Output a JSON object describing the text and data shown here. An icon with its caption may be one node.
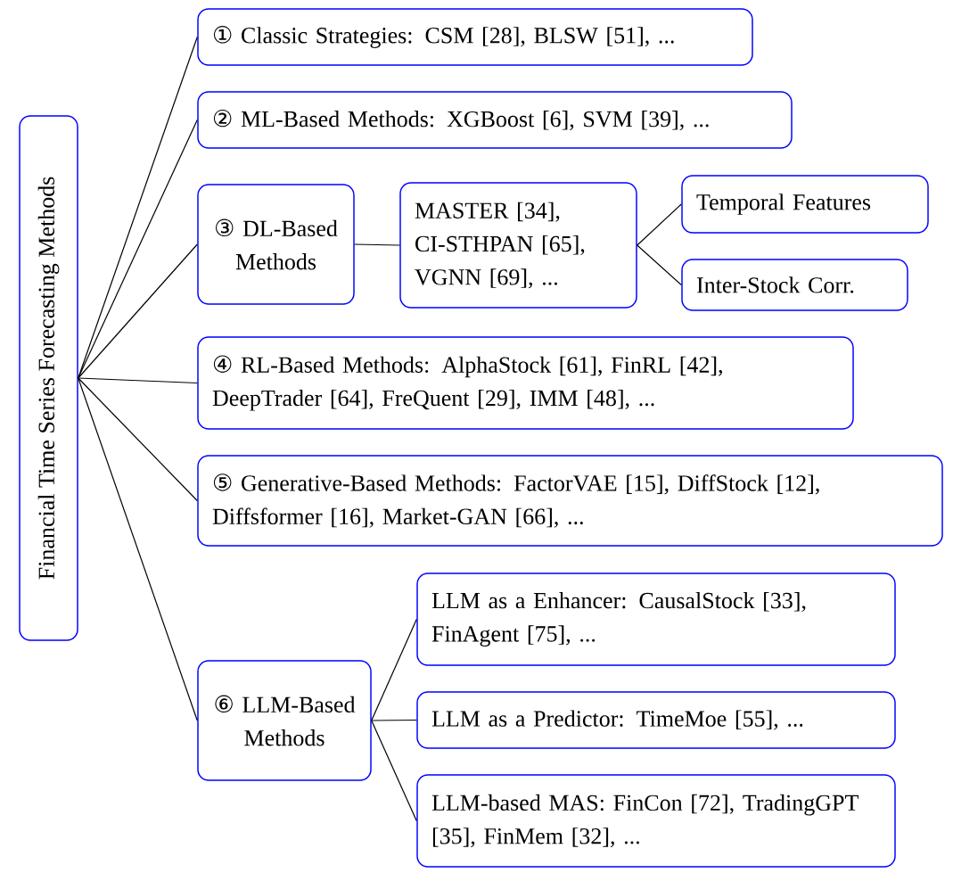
{
  "diagram": {
    "nodes": [
      {
        "text": [
          "Financial Time Series Forecasting Methods"
        ]
      },
      {
        "text": [
          "① Classic Strategies: CSM [28], BLSW [51], ..."
        ]
      },
      {
        "text": [
          "② ML-Based Methods: XGBoost [6], SVM [39], ..."
        ]
      },
      {
        "text": [
          "③ DL-Based Methods"
        ]
      },
      {
        "text": [
          "MASTER [34], CI-STHPAN [65], VGNN [69], ..."
        ]
      },
      {
        "text": [
          "Temporal Features"
        ]
      },
      {
        "text": [
          "Inter-Stock Corr."
        ]
      },
      {
        "text": [
          "④ RL-Based Methods: AlphaStock [61], FinRL [42], DeepTrader [64], FreQuent [29], IMM [48], ..."
        ]
      },
      {
        "text": [
          "⑤ Generative-Based Methods: FactorVAE [15], DiffStock [12], Diffsformer [16], Market-GAN [66], ..."
        ]
      },
      {
        "text": [
          "⑥ LLM-Based Methods"
        ]
      },
      {
        "text": [
          "LLM as a Enhancer: CausalStock [33], FinAgent [75], ..."
        ]
      },
      {
        "text": [
          "LLM as a Predictor: TimeMoe [55], ..."
        ]
      },
      {
        "text": [
          "LLM-based MAS: FinCon [72], TradingGPT [35], FinMem [32], ..."
        ]
      }
    ],
    "edges": [
      {
        "from": 0,
        "to": 1,
        "arrow": "none"
      },
      {
        "from": 0,
        "to": 2,
        "arrow": "none"
      },
      {
        "from": 0,
        "to": 3,
        "arrow": "none"
      },
      {
        "from": 0,
        "to": 7,
        "arrow": "none"
      },
      {
        "from": 0,
        "to": 8,
        "arrow": "none"
      },
      {
        "from": 0,
        "to": 9,
        "arrow": "none"
      },
      {
        "from": 3,
        "to": 4,
        "arrow": "none"
      },
      {
        "from": 4,
        "to": 5,
        "arrow": "none"
      },
      {
        "from": 4,
        "to": 6,
        "arrow": "none"
      },
      {
        "from": 9,
        "to": 10,
        "arrow": "none"
      },
      {
        "from": 9,
        "to": 11,
        "arrow": "none"
      },
      {
        "from": 9,
        "to": 12,
        "arrow": "none"
      }
    ]
  }
}
